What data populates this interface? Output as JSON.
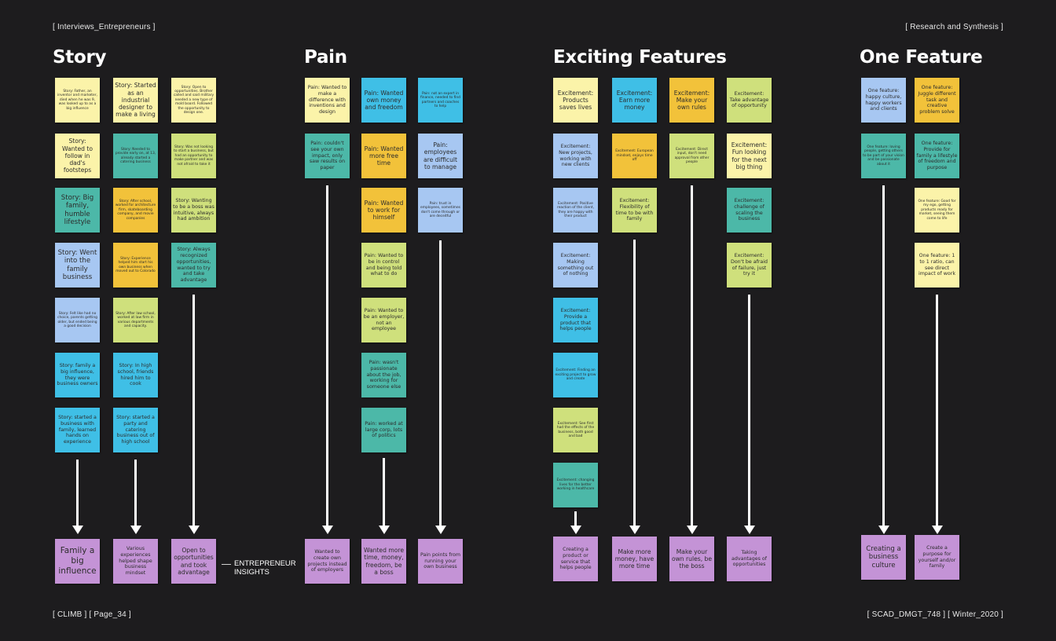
{
  "header": {
    "top_left": "[ Interviews_Entrepreneurs ]",
    "top_right": "[ Research and Synthesis ]",
    "bottom_left": "[ CLIMB ] [ Page_34 ]",
    "bottom_right": "[ SCAD_DMGT_748 ] [ Winter_2020 ]"
  },
  "sections": {
    "story": "Story",
    "pain": "Pain",
    "exciting": "Exciting Features",
    "one": "One Feature"
  },
  "insights_label": "ENTREPRENEUR INSIGHTS",
  "colors": {
    "background": "#1d1c1e",
    "yellow": "#fbf3a9",
    "cyan": "#3fbfe6",
    "teal": "#4cb8a8",
    "lime": "#cfe07c",
    "orange": "#f2c23a",
    "blue": "#a7c7f2",
    "purple": "#c493d6"
  },
  "notes": {
    "s1": "Story: Father, an inventor and marketer, died when he was 9, was looked up to as a big influence",
    "s2": "Story: Wanted to follow in dad's footsteps",
    "s3": "Story: Big family, humble lifestyle",
    "s4": "Story: Went into the family business",
    "s5": "Story: Felt like had no choice, parents getting older, but ended being a good decision",
    "s6": "Story: family a big influence, they were business owners",
    "s7": "Story: started a business with family, learned hands on experience",
    "s8": "Story: Started as an industrial designer to make a living",
    "s9": "Story: Needed to provide early on, at 13, already started a catering business",
    "s10": "Story: After school, worked for architecture firm, skateboarding company, and movie companies",
    "s11": "Story: Experience helped him start his own business when moved out to Colorado",
    "s12": "Story: After law school, worked at law firm in various departments and capacity.",
    "s13": "Story: In high school, friends hired him to cook",
    "s14": "Story: started a party and catering business out of high school",
    "s15": "Story: Open to opportunities. Brother called and said military needed a new type of mold board. Followed the opportunity to design one.",
    "s16": "Story: Was not looking to start a business, but had an opportunity to make partner and was not afraid to take it",
    "s17": "Story: Wanting to be a boss was intuitive, always had ambition",
    "s18": "Story: Always recognized opportunities, wanted to try and take advantage",
    "p1": "Pain: Wanted to make a difference with inventions and design",
    "p2": "Pain: couldn't see your own impact, only saw results on paper",
    "p3": "Pain: Wanted own money and freedom",
    "p4": "Pain: Wanted more free time",
    "p5": "Pain: Wanted to work for himself",
    "p6": "Pain: Wanted to be in control and being told what to do",
    "p7": "Pain: Wanted to be an employer, not an employee",
    "p8": "Pain: wasn't passionate about the job, working for someone else",
    "p9": "Pain: worked at large corp, lots of politics",
    "p10": "Pain: not an expert in finance, needed to find partners and coaches to help",
    "p11": "Pain: employees are difficult to manage",
    "p12": "Pain: trust in employees, sometimes don't come through or are deceitful",
    "e1": "Excitement: Products saves lives",
    "e2": "Excitement: New projects, working with new clients",
    "e3": "Excitement: Positive reaction of the client, they are happy with their product",
    "e4": "Excitement: Making something out of nothing",
    "e5": "Excitement: Provide a product that helps people",
    "e6": "Excitement: Finding an exciting project to grow and create",
    "e7": "Excitement: See first had the effects of the business, both good and bad",
    "e8": "Excitement: changing lives for the better working in healthcare",
    "e9": "Excitement: Earn more money",
    "e10": "Excitement: European mindset, enjoys time off",
    "e11": "Excitement: Flexibility of time to be with family",
    "e12": "Excitement: Make your own rules",
    "e13": "Excitement: Direct input, don't need approval from other people",
    "e14": "Excitement: Take advantage of opportunity",
    "e15": "Excitement: Fun looking for the next big thing",
    "e16": "Excitement: challenge of scaling the business",
    "e17": "Excitement: Don't be afraid of failure, just try it",
    "o1": "One feature: happy culture, happy workers and clients",
    "o2": "One feature: loving people, getting others to be part of your vision and be passionate about it",
    "o3": "One feature: Juggle different task and creative problem solve",
    "o4": "One feature: Provide for family a lifestyle of freedom and purpose",
    "o5": "One feature: Good for my ego, getting products ready for market, seeing them come to life",
    "o6": "One feature: 1 to 1 ratio, can see direct impact of work",
    "i1": "Family a big influence",
    "i2": "Various experiences helped shape business mindset",
    "i3": "Open to opportunities and took advantage",
    "i4": "Wanted to create own projects instead of employers",
    "i5": "Wanted more time, money, freedom, be a boss",
    "i6": "Pain points from running your own business",
    "i7": "Creating a product or service that helps people",
    "i8": "Make more money, have more time",
    "i9": "Make your own rules, be the boss",
    "i10": "Taking advantages of opportunities",
    "i11": "Creating a business culture",
    "i12": "Create a purpose for yourself and/or family"
  }
}
